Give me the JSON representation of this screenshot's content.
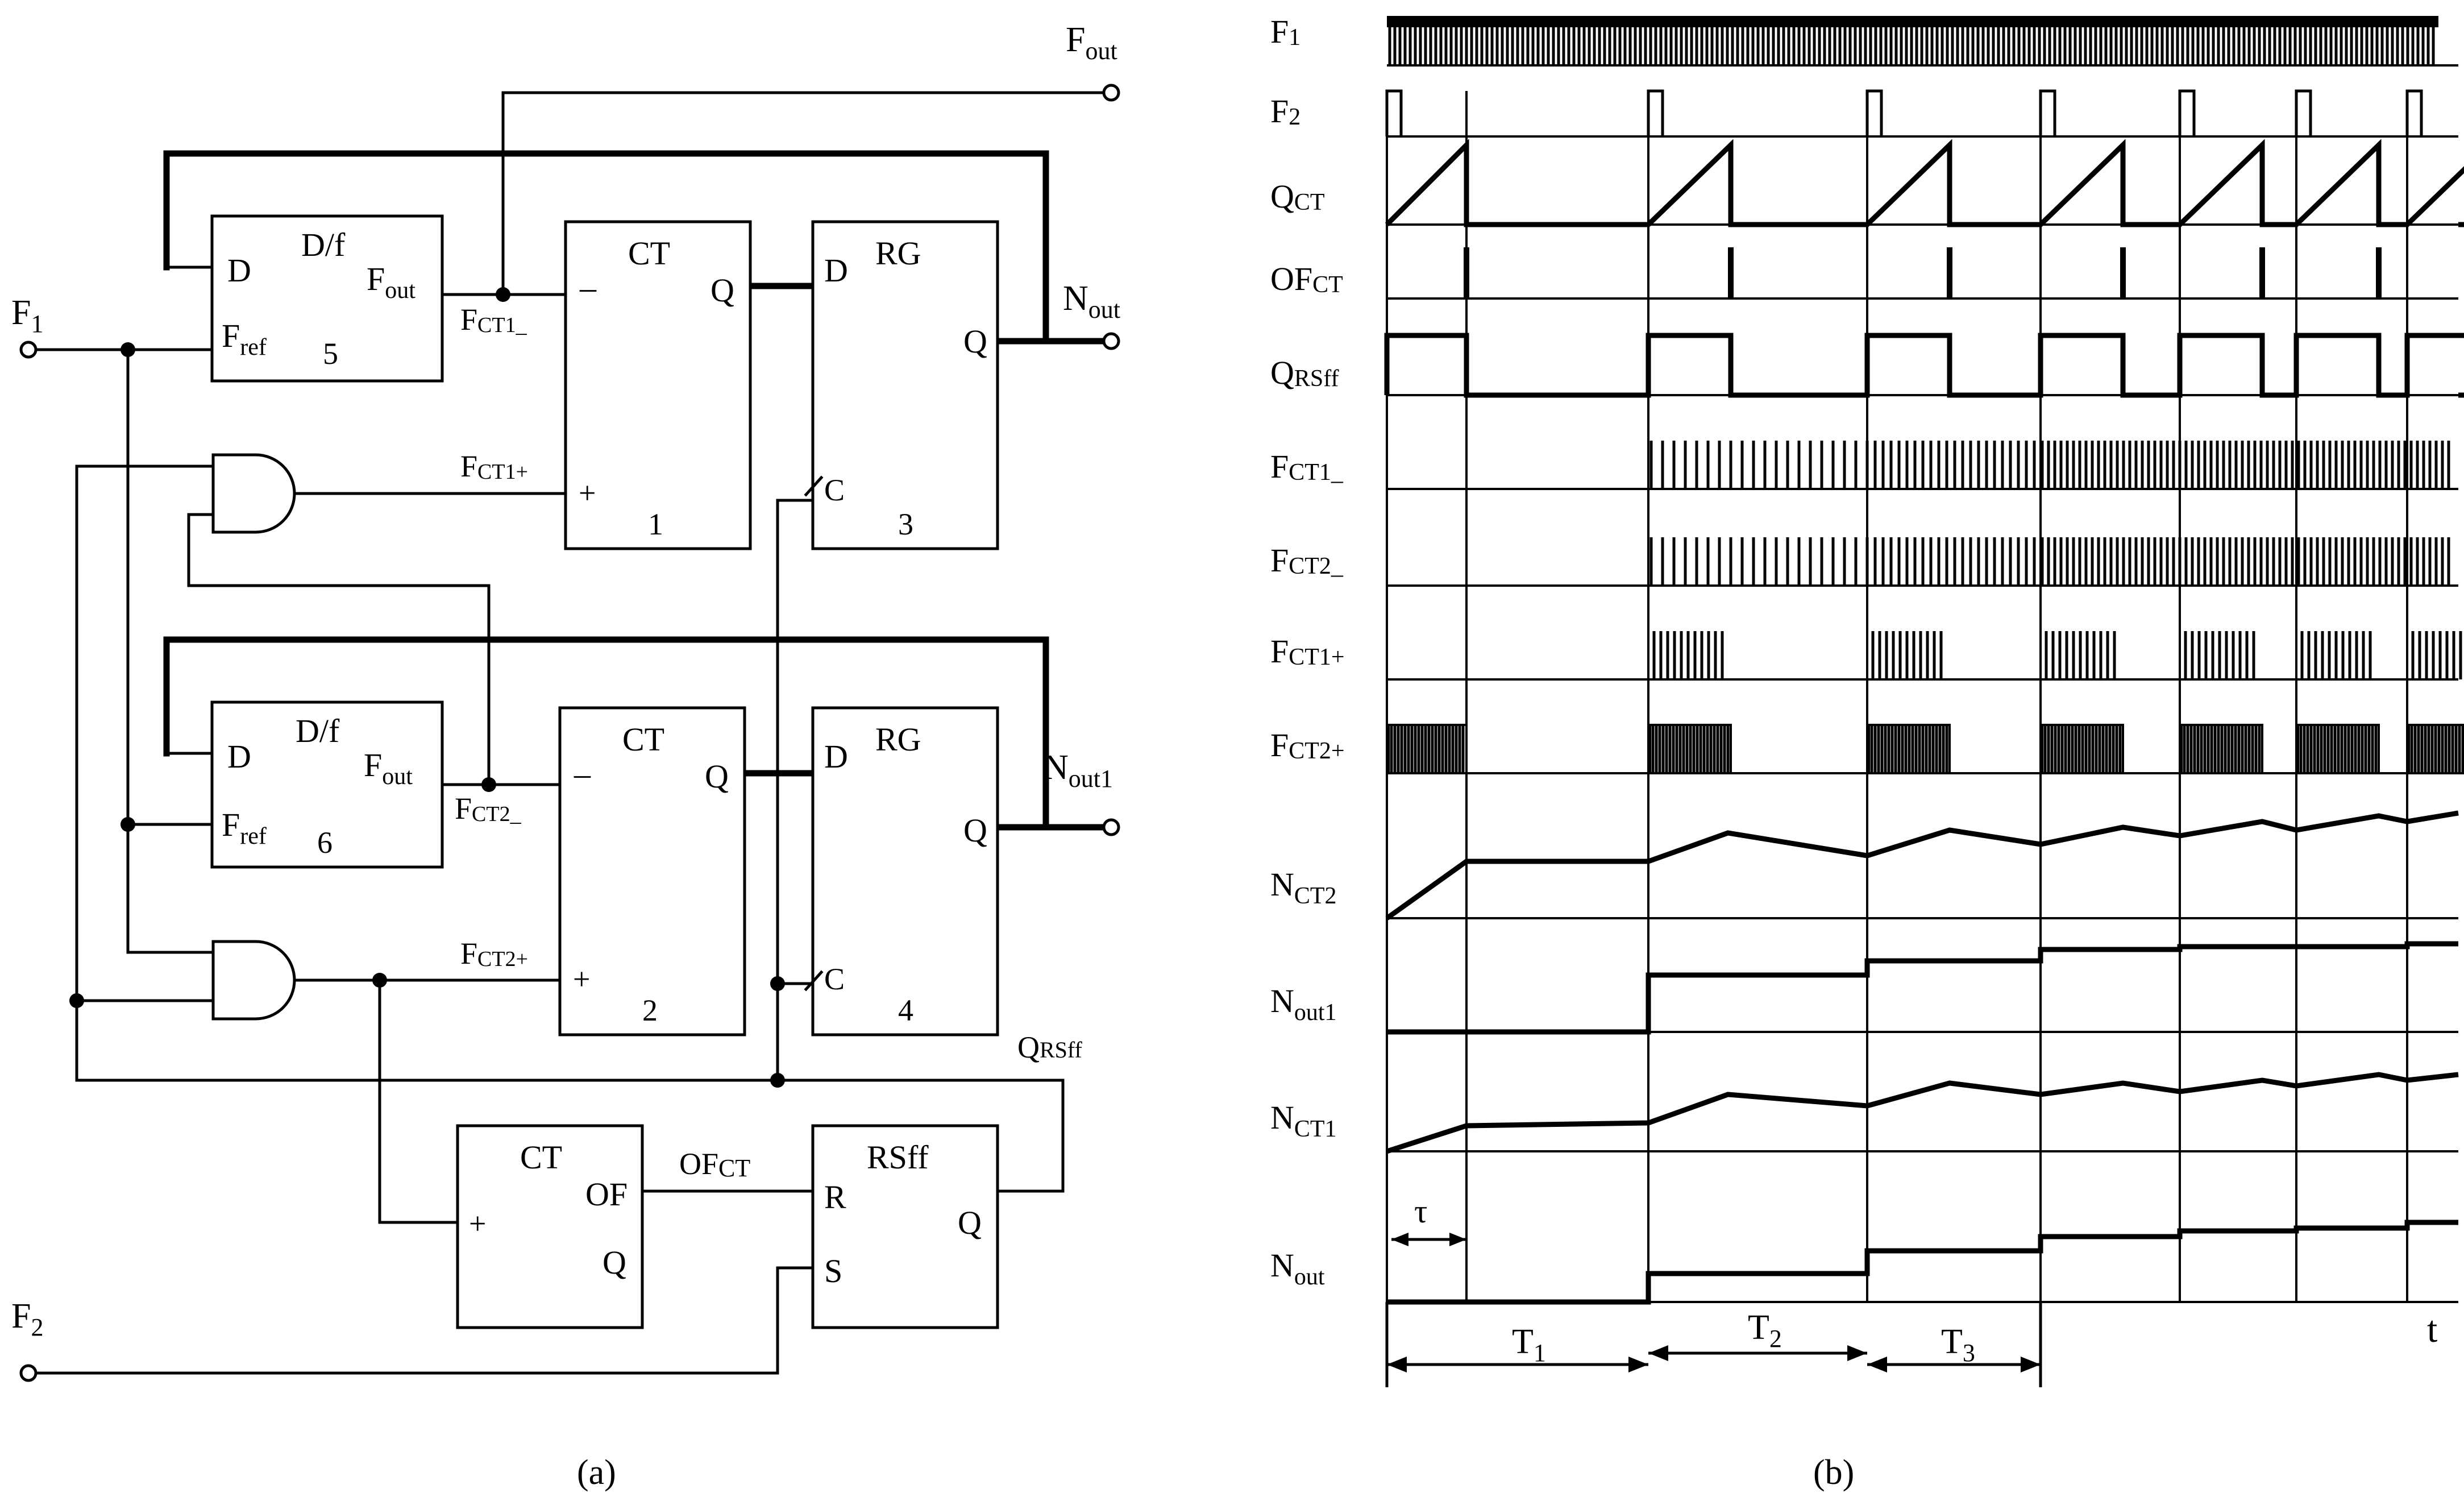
{
  "schematic": {
    "inputs": {
      "f1": "F",
      "f1_sub": "1",
      "f2": "F",
      "f2_sub": "2"
    },
    "outputs": {
      "fout": "F",
      "fout_sub": "out",
      "nout": "N",
      "nout_sub": "out",
      "nout1": "N",
      "nout1_sub": "out1"
    },
    "df5": {
      "title": "D/f",
      "d": "D",
      "fout": "F",
      "fout_sub": "out",
      "fref": "F",
      "fref_sub": "ref",
      "num": "5"
    },
    "df6": {
      "title": "D/f",
      "d": "D",
      "fout": "F",
      "fout_sub": "out",
      "fref": "F",
      "fref_sub": "ref",
      "num": "6"
    },
    "ct1": {
      "title": "CT",
      "minus": "–",
      "plus": "+",
      "q": "Q",
      "num": "1"
    },
    "ct2": {
      "title": "CT",
      "minus": "–",
      "plus": "+",
      "q": "Q",
      "num": "2"
    },
    "rg3": {
      "title": "RG",
      "d": "D",
      "q": "Q",
      "c": "C",
      "num": "3"
    },
    "rg4": {
      "title": "RG",
      "d": "D",
      "q": "Q",
      "c": "C",
      "num": "4"
    },
    "ct_of": {
      "title": "CT",
      "of": "OF",
      "q": "Q",
      "plus": "+"
    },
    "rsff": {
      "title": "RSff",
      "r": "R",
      "s": "S",
      "q": "Q"
    },
    "signals": {
      "fct1m": "F",
      "fct1m_sub": "CT1_",
      "fct1p": "F",
      "fct1p_sub": "CT1+",
      "fct2m": "F",
      "fct2m_sub": "CT2_",
      "fct2p": "F",
      "fct2p_sub": "CT2+",
      "ofct": "OF",
      "ofct_sub": "CT",
      "qrsff": "Q",
      "qrsff_sub": "RSff"
    },
    "caption": "(a)"
  },
  "timing": {
    "rows": [
      {
        "main": "F",
        "sub": "1"
      },
      {
        "main": "F",
        "sub": "2"
      },
      {
        "main": "Q",
        "sub": "CT"
      },
      {
        "main": "OF",
        "sub": "CT"
      },
      {
        "main": "Q",
        "sub": "RSff"
      },
      {
        "main": "F",
        "sub": "CT1_"
      },
      {
        "main": "F",
        "sub": "CT2_"
      },
      {
        "main": "F",
        "sub": "CT1+"
      },
      {
        "main": "F",
        "sub": "CT2+"
      },
      {
        "main": "N",
        "sub": "CT2"
      },
      {
        "main": "N",
        "sub": "out1"
      },
      {
        "main": "N",
        "sub": "CT1"
      },
      {
        "main": "N",
        "sub": "out"
      }
    ],
    "tau": "τ",
    "t_axis": "t",
    "periods": [
      {
        "main": "T",
        "sub": "1"
      },
      {
        "main": "T",
        "sub": "2"
      },
      {
        "main": "T",
        "sub": "3"
      }
    ],
    "caption": "(b)"
  }
}
